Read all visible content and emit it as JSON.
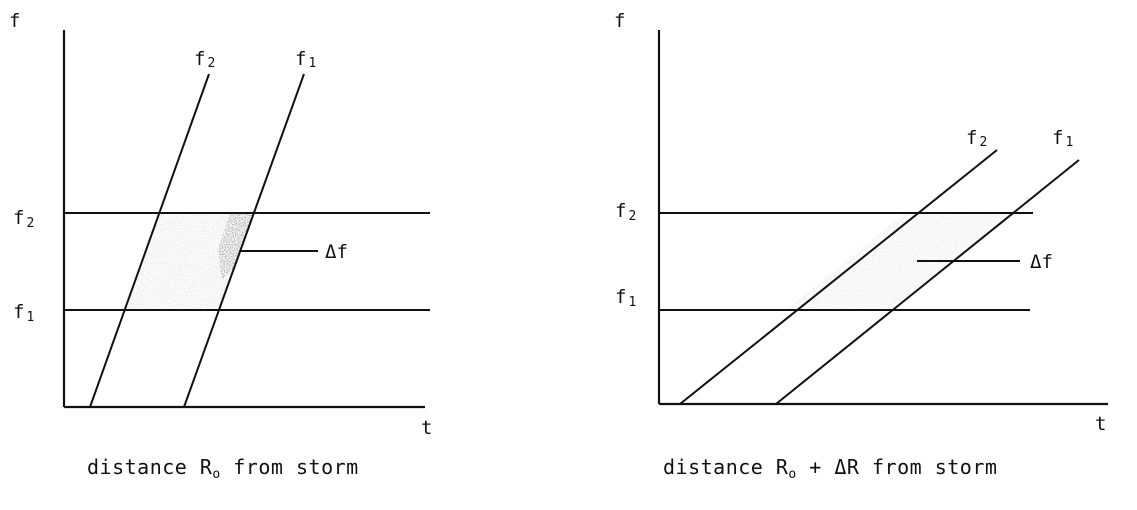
{
  "diagrams": [
    {
      "id": "left",
      "y_axis_label": "f",
      "x_axis_label": "t",
      "line_labels": [
        "f",
        "f"
      ],
      "line_label_subs": [
        "2",
        "1"
      ],
      "level_labels": [
        "f",
        "f"
      ],
      "level_label_subs": [
        "2",
        "1"
      ],
      "delta_label": "Δf",
      "caption": {
        "before": "distance R",
        "sub": "o",
        "after": " from storm"
      }
    },
    {
      "id": "right",
      "y_axis_label": "f",
      "x_axis_label": "t",
      "line_labels": [
        "f",
        "f"
      ],
      "line_label_subs": [
        "2",
        "1"
      ],
      "level_labels": [
        "f",
        "f"
      ],
      "level_label_subs": [
        "2",
        "1"
      ],
      "delta_label": "Δf",
      "caption": {
        "before": "distance R",
        "sub": "o",
        "after": " + ΔR from storm"
      }
    }
  ]
}
